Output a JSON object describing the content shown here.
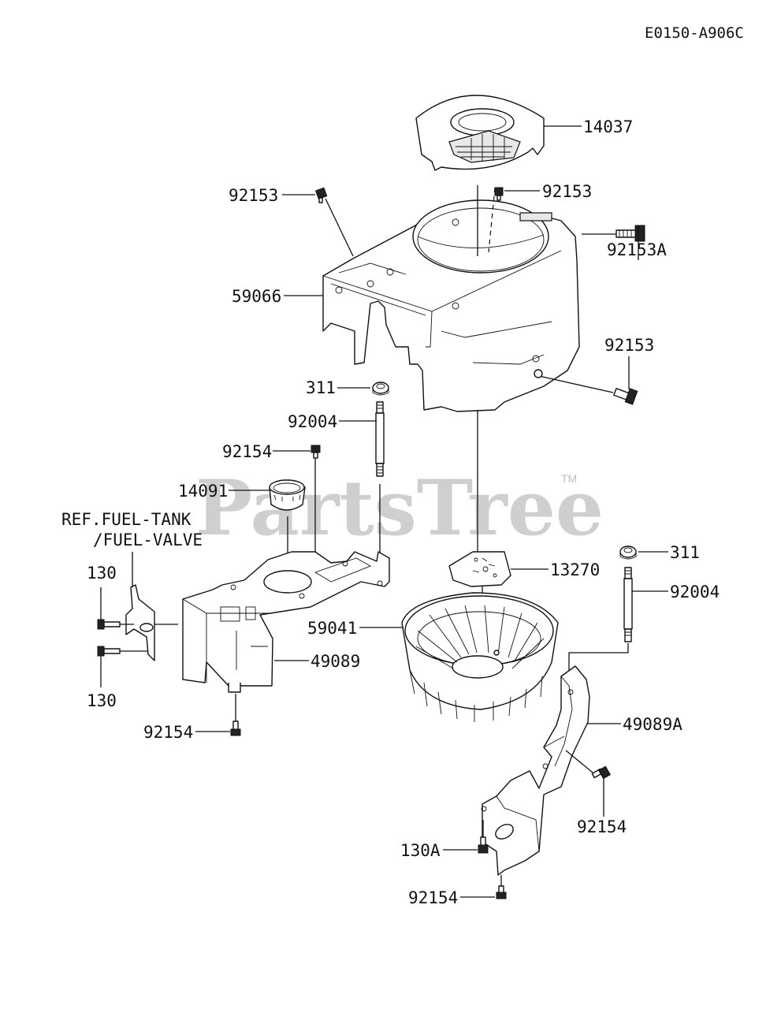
{
  "diagram_code": "E0150-A906C",
  "watermark": {
    "text": "PartsTree",
    "trademark": "TM"
  },
  "labels": {
    "l14037": "14037",
    "l92153_top": "92153",
    "l92153_left": "92153",
    "l92153A": "92153A",
    "l59066": "59066",
    "l92153_right": "92153",
    "l311_left": "311",
    "l92004_left": "92004",
    "l92154_upper": "92154",
    "l14091": "14091",
    "ref_line1": "REF.FUEL-TANK",
    "ref_line2": "/FUEL-VALVE",
    "l130_top": "130",
    "l130_bottom": "130",
    "l49089": "49089",
    "l92154_lower_left": "92154",
    "l311_right": "311",
    "l13270": "13270",
    "l92004_right": "92004",
    "l59041": "59041",
    "l49089A": "49089A",
    "l92154_right": "92154",
    "l130A": "130A",
    "l92154_bottom": "92154"
  }
}
